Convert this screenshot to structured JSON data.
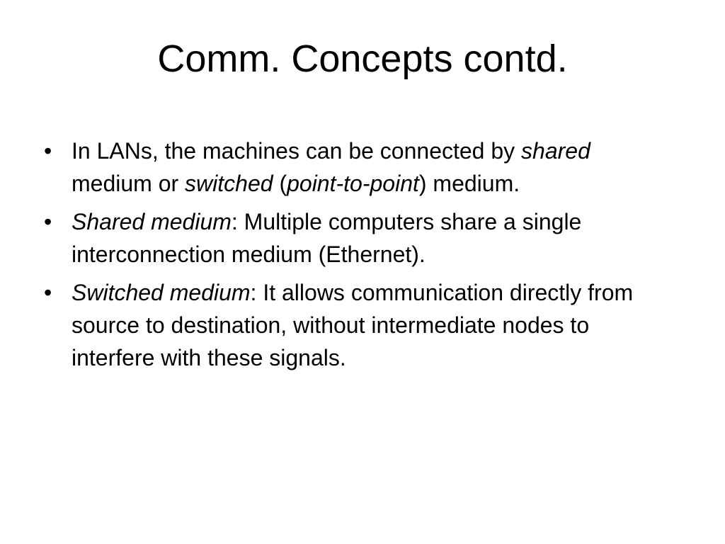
{
  "slide": {
    "title": "Comm. Concepts contd.",
    "bullet_symbol": "•",
    "bullets": [
      {
        "runs": [
          {
            "text": "In LANs, the machines can be connected by ",
            "italic": false
          },
          {
            "text": "shared",
            "italic": true
          },
          {
            "text": " medium or ",
            "italic": false
          },
          {
            "text": "switched",
            "italic": true
          },
          {
            "text": " (",
            "italic": false
          },
          {
            "text": "point-to-point",
            "italic": true
          },
          {
            "text": ") medium.",
            "italic": false
          }
        ]
      },
      {
        "runs": [
          {
            "text": "Shared medium",
            "italic": true
          },
          {
            "text": ": Multiple computers share a single interconnection medium (Ethernet).",
            "italic": false
          }
        ]
      },
      {
        "runs": [
          {
            "text": "Switched medium",
            "italic": true
          },
          {
            "text": ": It allows communication directly from source to destination, without intermediate nodes to interfere with these signals.",
            "italic": false
          }
        ]
      }
    ]
  }
}
